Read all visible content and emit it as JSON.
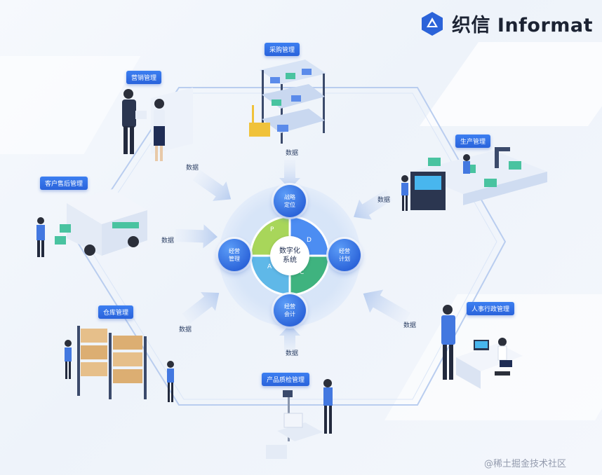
{
  "brand": {
    "name": "织信 Informat",
    "colors": {
      "primary": "#2b63d9",
      "light": "#5b9cf7",
      "text": "#1c2333"
    },
    "icon": "informat-logo-icon"
  },
  "modules": {
    "purchase": "采购管理",
    "marketing": "营销管理",
    "production": "生产管理",
    "aftersales": "客户售后管理",
    "warehouse": "仓库管理",
    "hr_admin": "人事行政管理",
    "quality": "产品质检管理"
  },
  "data_label": "数据",
  "core": {
    "center": "数字化\n系统",
    "nodes": {
      "top": "战略\n定位",
      "left": "经营\n管理",
      "right": "经营\n计划",
      "bottom": "经营\n会计"
    },
    "pdca": [
      "P",
      "D",
      "C",
      "A"
    ],
    "pdca_colors": {
      "P": "#a8d65a",
      "D": "#4c8df2",
      "C": "#3fb37f",
      "A": "#5fb8e8"
    }
  },
  "watermark": "@稀土掘金技术社区"
}
